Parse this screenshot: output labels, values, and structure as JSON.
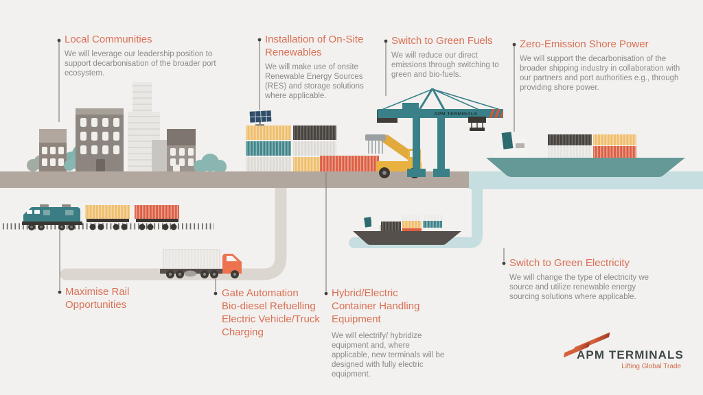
{
  "callouts": {
    "local_communities": {
      "title": "Local Communities",
      "body": "We will leverage our leadership position to support decarbonisation of the broader port ecosystem."
    },
    "onsite_renewables": {
      "title": "Installation of On-Site Renewables",
      "body": "We will make use of onsite Renewable Energy Sources (RES) and storage solutions where applicable."
    },
    "green_fuels": {
      "title": "Switch to Green Fuels",
      "body": "We will reduce our direct emissions through switching to green and bio-fuels."
    },
    "shore_power": {
      "title": "Zero-Emission Shore Power",
      "body": "We will support the decarbonisation of the broader shipping industry in collaboration with our partners and port authorities e.g., through providing shore power."
    },
    "rail": {
      "title": "Maximise Rail Opportunities"
    },
    "gate": {
      "title": "Gate Automation\nBio-diesel Refuelling\nElectric Vehicle/Truck Charging"
    },
    "hybrid": {
      "title": "Hybrid/Electric Container Handling Equipment",
      "body": "We will electrify/ hybridize equipment and, where applicable, new terminals will be designed with fully electric equipment."
    },
    "green_electricity": {
      "title": "Switch to Green Electricity",
      "body": "We will change the type of electricity we source and utilize renewable energy sourcing solutions where applicable."
    }
  },
  "scene": {
    "crane_label": "APM TERMINALS",
    "illustrations": [
      "city-skyline",
      "cargo-train",
      "container-truck",
      "container-stack",
      "solar-panel",
      "reach-stacker",
      "ship-to-shore-crane",
      "large-container-ship",
      "small-container-ship",
      "quay",
      "water",
      "road",
      "rail-track"
    ]
  },
  "logo": {
    "name": "APM TERMINALS",
    "tagline": "Lifting Global Trade"
  },
  "colors": {
    "background": "#f2f1ef",
    "accent_heading": "#d96f54",
    "body_text": "#8b8a88",
    "teal": "#3a8089",
    "ship_teal": "#649997",
    "water": "#c7dee1",
    "ground": "#b2a79e",
    "road": "#dcd6d0",
    "container_yellow": "#efbe6d",
    "container_orange": "#dc5f43",
    "container_dark": "#47423d",
    "logo_orange": "#c65735"
  }
}
